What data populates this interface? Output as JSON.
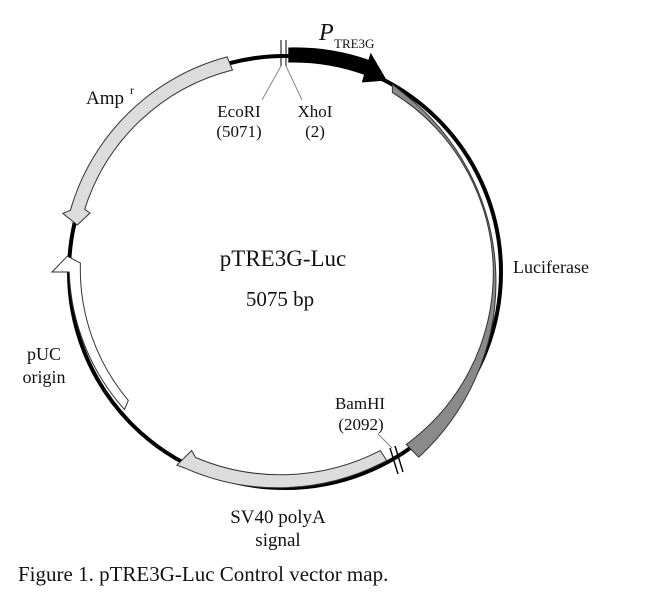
{
  "plasmid": {
    "name": "pTRE3G-Luc",
    "size": "5075 bp"
  },
  "features": {
    "promoter": {
      "italic_prefix": "P",
      "subscript": "TRE3G",
      "color": "#000000"
    },
    "luciferase": {
      "label": "Luciferase",
      "color": "#8a8a8a"
    },
    "sv40": {
      "label_line1": "SV40 polyA",
      "label_line2": "signal",
      "color": "#dcdcdc"
    },
    "puc": {
      "label_line1": "pUC",
      "label_line2": "origin",
      "color": "#ffffff"
    },
    "amp": {
      "label": "Amp",
      "superscript": "r",
      "color": "#dcdcdc"
    }
  },
  "sites": {
    "ecori": {
      "name": "EcoRI",
      "position": "(5071)"
    },
    "xhoi": {
      "name": "XhoI",
      "position": "(2)"
    },
    "bamhi": {
      "name": "BamHI",
      "position": "(2092)"
    }
  },
  "caption": "Figure 1. pTRE3G-Luc Control vector map."
}
